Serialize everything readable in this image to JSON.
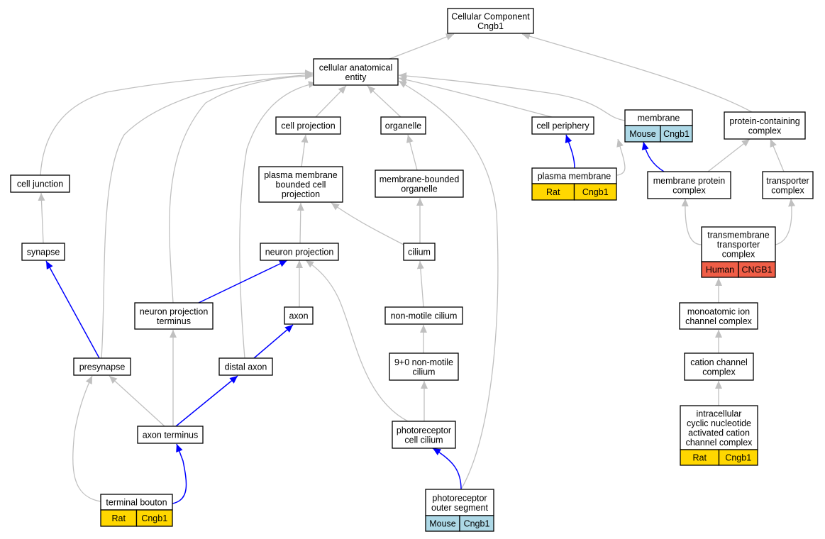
{
  "colors": {
    "is_a_edge": "#c0c0c0",
    "part_of_edge": "#0000ff",
    "mouse": "#add8e6",
    "rat": "#ffd700",
    "human": "#f05e47"
  },
  "nodes": {
    "root": {
      "lines": [
        "Cellular Component",
        "Cngb1"
      ]
    },
    "cae": {
      "lines": [
        "cellular anatomical",
        "entity"
      ]
    },
    "cellproj": {
      "lines": [
        "cell projection"
      ]
    },
    "organelle": {
      "lines": [
        "organelle"
      ]
    },
    "cellperiph": {
      "lines": [
        "cell periphery"
      ]
    },
    "membrane": {
      "lines": [
        "membrane"
      ],
      "badge": {
        "species": "Mouse",
        "gene": "Cngb1",
        "color": "mouse"
      }
    },
    "pcc": {
      "lines": [
        "protein-containing",
        "complex"
      ]
    },
    "celljunc": {
      "lines": [
        "cell junction"
      ]
    },
    "pmbcp": {
      "lines": [
        "plasma membrane",
        "bounded cell",
        "projection"
      ]
    },
    "mbo": {
      "lines": [
        "membrane-bounded",
        "organelle"
      ]
    },
    "plasmamem": {
      "lines": [
        "plasma membrane"
      ],
      "badge": {
        "species": "Rat",
        "gene": "Cngb1",
        "color": "rat"
      }
    },
    "mpc": {
      "lines": [
        "membrane protein",
        "complex"
      ]
    },
    "transpc": {
      "lines": [
        "transporter",
        "complex"
      ]
    },
    "synapse": {
      "lines": [
        "synapse"
      ]
    },
    "neuronproj": {
      "lines": [
        "neuron projection"
      ]
    },
    "cilium": {
      "lines": [
        "cilium"
      ]
    },
    "tmtc": {
      "lines": [
        "transmembrane",
        "transporter",
        "complex"
      ],
      "badge": {
        "species": "Human",
        "gene": "CNGB1",
        "color": "human"
      }
    },
    "npt": {
      "lines": [
        "neuron projection",
        "terminus"
      ]
    },
    "axon": {
      "lines": [
        "axon"
      ]
    },
    "nmc": {
      "lines": [
        "non-motile cilium"
      ]
    },
    "mic": {
      "lines": [
        "monoatomic ion",
        "channel complex"
      ]
    },
    "presyn": {
      "lines": [
        "presynapse"
      ]
    },
    "distalaxon": {
      "lines": [
        "distal axon"
      ]
    },
    "nmc90": {
      "lines": [
        "9+0 non-motile",
        "cilium"
      ]
    },
    "ccc": {
      "lines": [
        "cation channel",
        "complex"
      ]
    },
    "axonterm": {
      "lines": [
        "axon terminus"
      ]
    },
    "prcc": {
      "lines": [
        "photoreceptor",
        "cell cilium"
      ]
    },
    "icnacc": {
      "lines": [
        "intracellular",
        "cyclic nucleotide",
        "activated cation",
        "channel complex"
      ],
      "badge": {
        "species": "Rat",
        "gene": "Cngb1",
        "color": "rat"
      }
    },
    "termbouton": {
      "lines": [
        "terminal bouton"
      ],
      "badge": {
        "species": "Rat",
        "gene": "Cngb1",
        "color": "rat"
      }
    },
    "pros": {
      "lines": [
        "photoreceptor",
        "outer segment"
      ],
      "badge": {
        "species": "Mouse",
        "gene": "Cngb1",
        "color": "mouse"
      }
    }
  },
  "edges": [
    {
      "from": "cae",
      "to": "root",
      "type": "is_a"
    },
    {
      "from": "pcc",
      "to": "root",
      "type": "is_a"
    },
    {
      "from": "cellproj",
      "to": "cae",
      "type": "is_a"
    },
    {
      "from": "organelle",
      "to": "cae",
      "type": "is_a"
    },
    {
      "from": "cellperiph",
      "to": "cae",
      "type": "is_a"
    },
    {
      "from": "membrane",
      "to": "cae",
      "type": "is_a"
    },
    {
      "from": "celljunc",
      "to": "cae",
      "type": "is_a"
    },
    {
      "from": "npt",
      "to": "cae",
      "type": "is_a"
    },
    {
      "from": "presyn",
      "to": "cae",
      "type": "is_a"
    },
    {
      "from": "distalaxon",
      "to": "cae",
      "type": "is_a"
    },
    {
      "from": "pros",
      "to": "cae",
      "type": "is_a"
    },
    {
      "from": "pmbcp",
      "to": "cellproj",
      "type": "is_a"
    },
    {
      "from": "mbo",
      "to": "organelle",
      "type": "is_a"
    },
    {
      "from": "plasmamem",
      "to": "cellperiph",
      "type": "part_of"
    },
    {
      "from": "plasmamem",
      "to": "membrane",
      "type": "is_a"
    },
    {
      "from": "mpc",
      "to": "membrane",
      "type": "part_of"
    },
    {
      "from": "mpc",
      "to": "pcc",
      "type": "is_a"
    },
    {
      "from": "transpc",
      "to": "pcc",
      "type": "is_a"
    },
    {
      "from": "synapse",
      "to": "celljunc",
      "type": "is_a"
    },
    {
      "from": "neuronproj",
      "to": "pmbcp",
      "type": "is_a"
    },
    {
      "from": "cilium",
      "to": "pmbcp",
      "type": "is_a"
    },
    {
      "from": "cilium",
      "to": "mbo",
      "type": "is_a"
    },
    {
      "from": "tmtc",
      "to": "mpc",
      "type": "is_a"
    },
    {
      "from": "tmtc",
      "to": "transpc",
      "type": "is_a"
    },
    {
      "from": "presyn",
      "to": "synapse",
      "type": "part_of"
    },
    {
      "from": "npt",
      "to": "neuronproj",
      "type": "part_of"
    },
    {
      "from": "axon",
      "to": "neuronproj",
      "type": "is_a"
    },
    {
      "from": "prcc",
      "to": "neuronproj",
      "type": "is_a"
    },
    {
      "from": "nmc",
      "to": "cilium",
      "type": "is_a"
    },
    {
      "from": "mic",
      "to": "tmtc",
      "type": "is_a"
    },
    {
      "from": "distalaxon",
      "to": "axon",
      "type": "part_of"
    },
    {
      "from": "nmc90",
      "to": "nmc",
      "type": "is_a"
    },
    {
      "from": "ccc",
      "to": "mic",
      "type": "is_a"
    },
    {
      "from": "axonterm",
      "to": "presyn",
      "type": "is_a"
    },
    {
      "from": "axonterm",
      "to": "npt",
      "type": "is_a"
    },
    {
      "from": "axonterm",
      "to": "distalaxon",
      "type": "part_of"
    },
    {
      "from": "prcc",
      "to": "nmc90",
      "type": "is_a"
    },
    {
      "from": "icnacc",
      "to": "ccc",
      "type": "is_a"
    },
    {
      "from": "termbouton",
      "to": "presyn",
      "type": "is_a"
    },
    {
      "from": "termbouton",
      "to": "axonterm",
      "type": "part_of"
    },
    {
      "from": "pros",
      "to": "prcc",
      "type": "part_of"
    }
  ]
}
